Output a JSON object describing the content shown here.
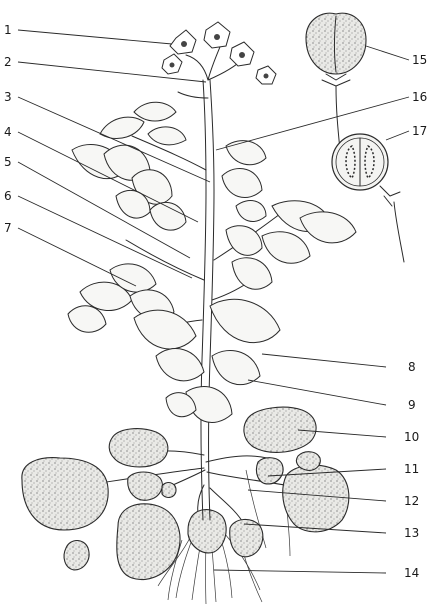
{
  "labels": {
    "n1": "1",
    "n2": "2",
    "n3": "3",
    "n4": "4",
    "n5": "5",
    "n6": "6",
    "n7": "7",
    "n8": "8",
    "n9": "9",
    "n10": "10",
    "n11": "11",
    "n12": "12",
    "n13": "13",
    "n14": "14",
    "n15": "15",
    "n16": "16",
    "n17": "17"
  }
}
